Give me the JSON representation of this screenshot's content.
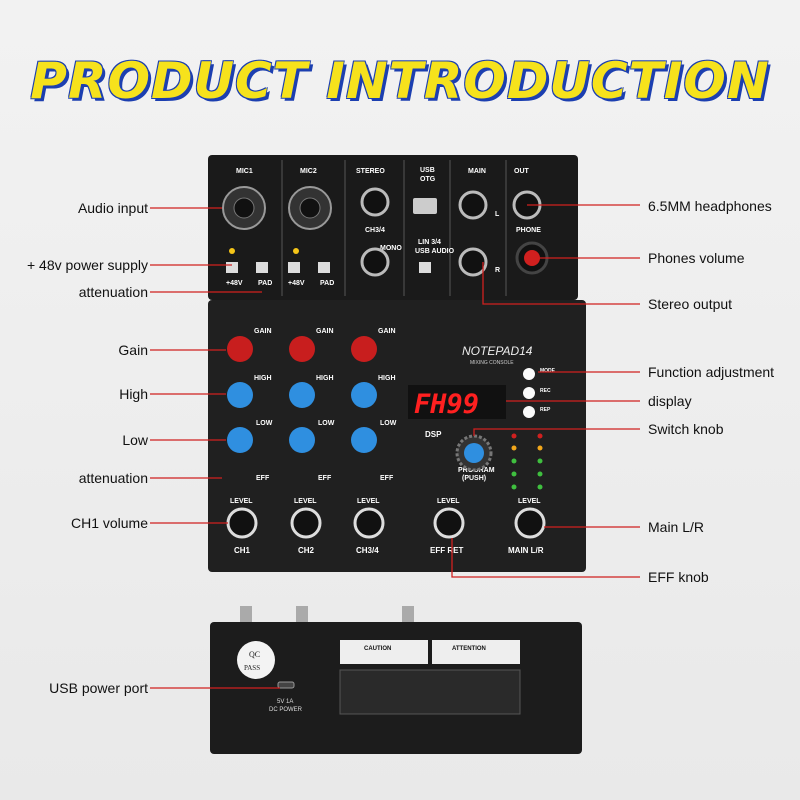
{
  "title": "PRODUCT INTRODUCTION",
  "labels_left": [
    "Audio input",
    "+ 48v power supply",
    "attenuation",
    "Gain",
    "High",
    "Low",
    "attenuation",
    "CH1 volume",
    "USB power port"
  ],
  "labels_right": [
    "6.5MM headphones",
    "Phones volume",
    "Stereo output",
    "Function adjustment",
    "display",
    "Switch knob",
    "Main L/R",
    "EFF knob"
  ],
  "panel": {
    "mic1": "MIC1",
    "mic2": "MIC2",
    "stereo": "STEREO",
    "usb": "USB",
    "otg": "OTG",
    "main": "MAIN",
    "out": "OUT",
    "phone": "PHONE",
    "mono": "MONO",
    "ch34": "CH3/4",
    "lin34": "LIN 3/4",
    "usb_audio": "USB AUDIO",
    "p48v": "+48V",
    "pad": "PAD",
    "l": "L",
    "r": "R",
    "brand": "NOTEPAD14",
    "brand_sub": "MIXING CONSOLE",
    "display": "FH99",
    "dsp": "DSP",
    "program": "PROGRAM",
    "push": "(PUSH)",
    "gain": "GAIN",
    "high": "HIGH",
    "low": "LOW",
    "eff": "EFF",
    "level": "LEVEL",
    "ch1": "CH1",
    "ch2": "CH2",
    "ch34b": "CH3/4",
    "eff_ret": "EFF RET",
    "main_lr": "MAIN L/R",
    "mode": "MODE",
    "rec": "REC",
    "rep": "REP",
    "caution": "CAUTION",
    "attention": "ATTENTION",
    "power": "5V 1A",
    "power2": "DC POWER",
    "qc": "QC",
    "pass": "PASS"
  },
  "colors": {
    "title": "#f6e21c",
    "title_outline": "#1c3fb0",
    "line": "#d0201f",
    "panel": "#1d1d1d",
    "display": "#ff2020"
  }
}
